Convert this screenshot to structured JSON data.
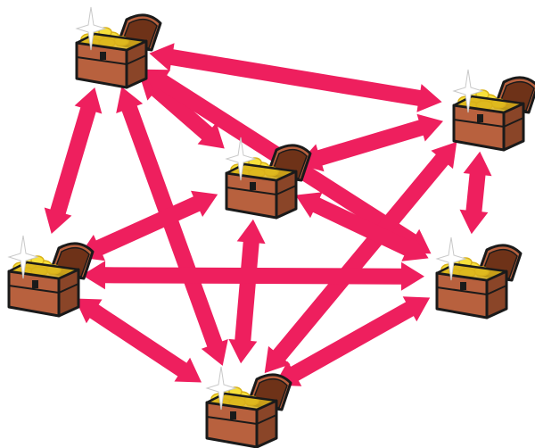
{
  "colors": {
    "arrow": "#ee1f5e",
    "chest_wood": "#b8613e",
    "chest_dark": "#8a4528",
    "chest_inner": "#6e3218",
    "gold": "#f7e03b",
    "gold_shade": "#d9b21a",
    "outline": "#1a1a1a",
    "sparkle": "#ffffff"
  },
  "nodes": [
    {
      "id": "chest-top-left",
      "icon": "treasure-chest-icon"
    },
    {
      "id": "chest-top-right",
      "icon": "treasure-chest-icon"
    },
    {
      "id": "chest-center",
      "icon": "treasure-chest-icon"
    },
    {
      "id": "chest-middle-left",
      "icon": "treasure-chest-icon"
    },
    {
      "id": "chest-middle-right",
      "icon": "treasure-chest-icon"
    },
    {
      "id": "chest-bottom",
      "icon": "treasure-chest-icon"
    }
  ],
  "edges": [
    {
      "from": "chest-top-left",
      "to": "chest-top-right",
      "direction": "both"
    },
    {
      "from": "chest-top-left",
      "to": "chest-center",
      "direction": "both"
    },
    {
      "from": "chest-top-left",
      "to": "chest-middle-left",
      "direction": "both"
    },
    {
      "from": "chest-top-left",
      "to": "chest-middle-right",
      "direction": "both"
    },
    {
      "from": "chest-top-left",
      "to": "chest-bottom",
      "direction": "both"
    },
    {
      "from": "chest-top-right",
      "to": "chest-center",
      "direction": "both"
    },
    {
      "from": "chest-top-right",
      "to": "chest-middle-right",
      "direction": "both"
    },
    {
      "from": "chest-top-right",
      "to": "chest-bottom",
      "direction": "both"
    },
    {
      "from": "chest-center",
      "to": "chest-middle-left",
      "direction": "both"
    },
    {
      "from": "chest-center",
      "to": "chest-middle-right",
      "direction": "both"
    },
    {
      "from": "chest-center",
      "to": "chest-bottom",
      "direction": "both"
    },
    {
      "from": "chest-middle-left",
      "to": "chest-middle-right",
      "direction": "both"
    },
    {
      "from": "chest-middle-left",
      "to": "chest-bottom",
      "direction": "both"
    },
    {
      "from": "chest-middle-right",
      "to": "chest-bottom",
      "direction": "both"
    }
  ]
}
